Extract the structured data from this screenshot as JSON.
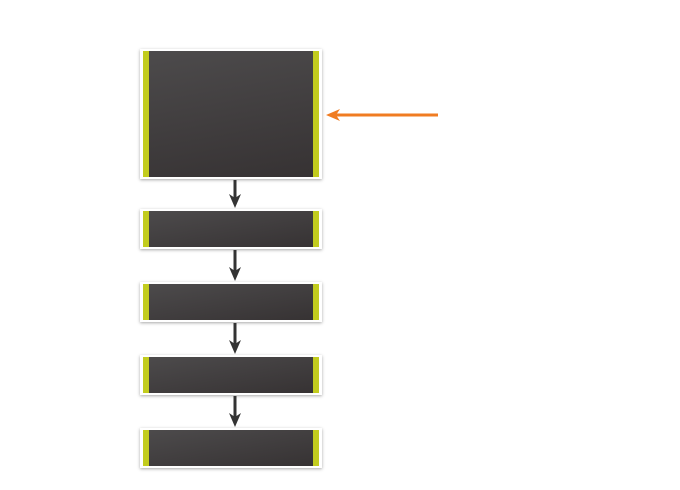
{
  "diagram": {
    "nodes": [
      {
        "id": "step-1",
        "label": ""
      },
      {
        "id": "step-2",
        "label": ""
      },
      {
        "id": "step-3",
        "label": ""
      },
      {
        "id": "step-4",
        "label": ""
      },
      {
        "id": "step-5",
        "label": ""
      }
    ],
    "edges": [
      {
        "from": "step-1",
        "to": "step-2"
      },
      {
        "from": "step-2",
        "to": "step-3"
      },
      {
        "from": "step-3",
        "to": "step-4"
      },
      {
        "from": "step-4",
        "to": "step-5"
      }
    ],
    "pointer": {
      "target": "step-1"
    },
    "colors": {
      "box": "#403d3e",
      "accent": "#c2cc1e",
      "arrow": "#333333",
      "pointer": "#f07c22"
    }
  }
}
